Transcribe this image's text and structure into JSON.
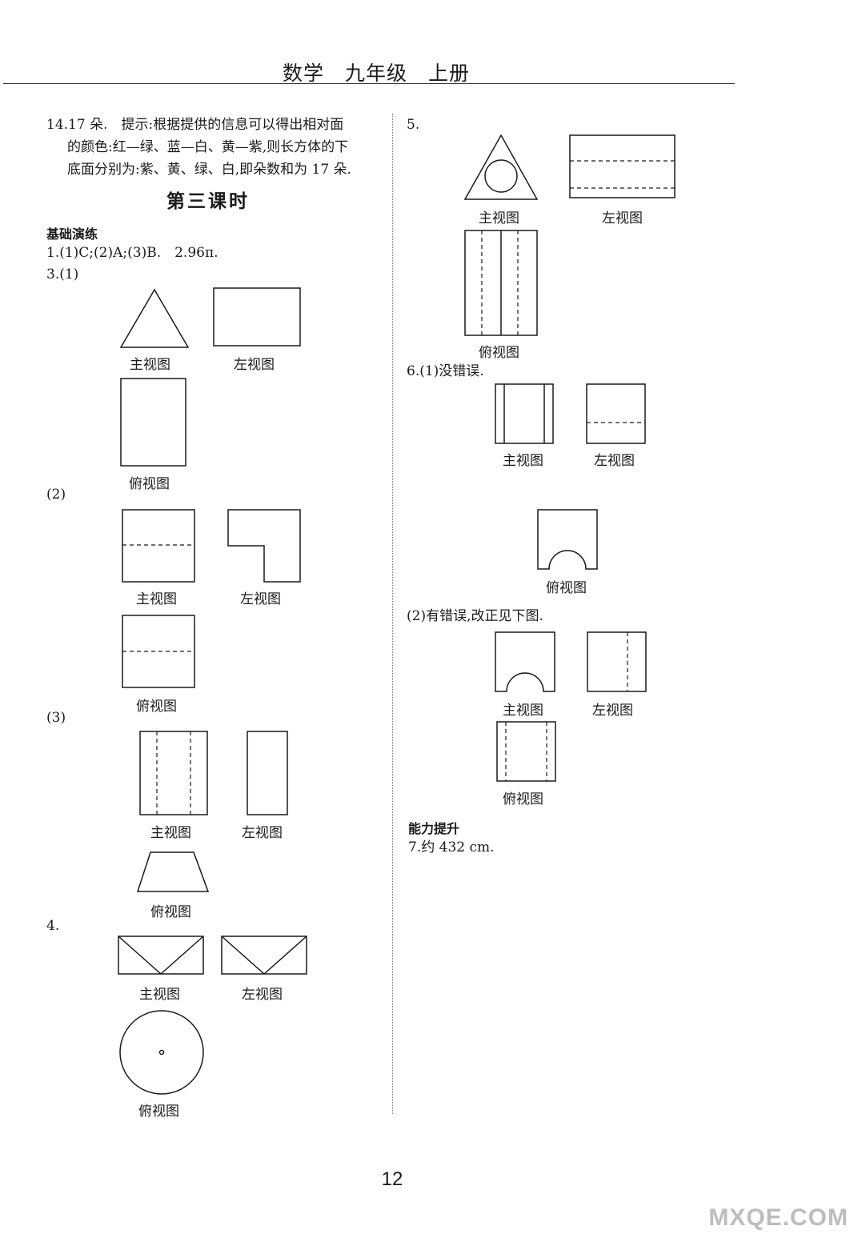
{
  "header": {
    "title": "数学　九年级　上册"
  },
  "left": {
    "q14": [
      "14.17 朵.　提示:根据提供的信息可以得出相对面",
      "的颜色:红—绿、蓝—白、黄—紫,则长方体的下",
      "底面分别为:紫、黄、绿、白,即朵数和为 17 朵."
    ],
    "section_title": "第三课时",
    "basic_heading": "基础演练",
    "q1_2": "1.(1)C;(2)A;(3)B.　2.96π.",
    "q3_label": "3.(1)",
    "q3_part2": "(2)",
    "q3_part3": "(3)",
    "q4_label": "4."
  },
  "right": {
    "q5_label": "5.",
    "q6_1": "6.(1)没错误.",
    "q6_2": "(2)有错误,改正见下图.",
    "ability_heading": "能力提升",
    "q7": "7.约 432 cm."
  },
  "captions": {
    "front": "主视图",
    "left_view": "左视图",
    "top": "俯视图"
  },
  "page_number": "12",
  "watermark": "MXQE.COM"
}
